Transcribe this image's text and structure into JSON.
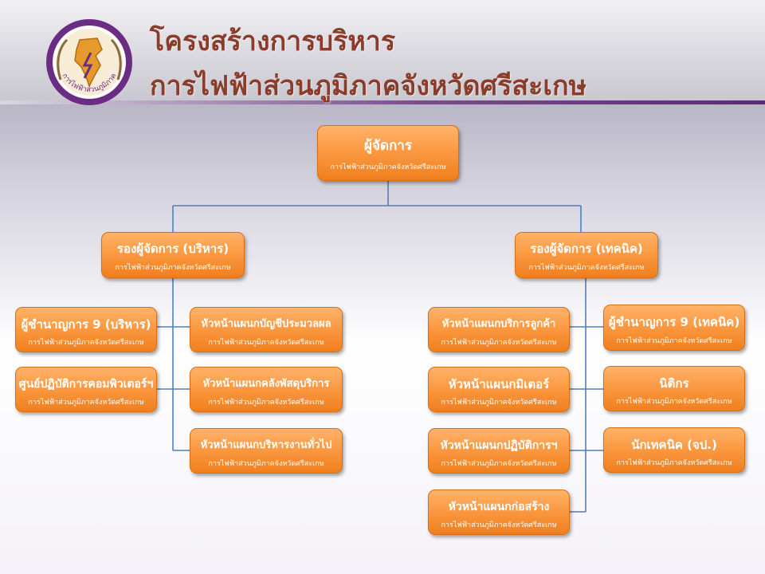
{
  "header": {
    "title_line1": "โครงสร้างการบริหาร",
    "title_line2": "การไฟฟ้าส่วนภูมิภาคจังหวัดศรีสะเกษ",
    "logo_text": "การไฟฟ้าส่วนภูมิภาค"
  },
  "colors": {
    "box": "#f7902e",
    "connector": "#4f7fbf",
    "title": "#8b3d2c",
    "rule": "#5c2a78"
  },
  "chart": {
    "manager": {
      "title": "ผู้จัดการ",
      "sub": "การไฟฟ้าส่วนภูมิภาคจังหวัดศรีสะเกษ"
    },
    "deputy_admin": {
      "title": "รองผู้จัดการ (บริหาร)",
      "sub": "การไฟฟ้าส่วนภูมิภาคจังหวัดศรีสะเกษ"
    },
    "deputy_tech": {
      "title": "รองผู้จัดการ (เทคนิค)",
      "sub": "การไฟฟ้าส่วนภูมิภาคจังหวัดศรีสะเกษ"
    },
    "expert_admin": {
      "title": "ผู้ชำนาญการ 9 (บริหาร)",
      "sub": "การไฟฟ้าส่วนภูมิภาคจังหวัดศรีสะเกษ"
    },
    "computer_center": {
      "title": "ศูนย์ปฏิบัติการคอมพิวเตอร์ฯ",
      "sub": "การไฟฟ้าส่วนภูมิภาคจังหวัดศรีสะเกษ"
    },
    "accounting": {
      "title": "หัวหน้าแผนกบัญชีประมวลผล",
      "sub": "การไฟฟ้าส่วนภูมิภาคจังหวัดศรีสะเกษ"
    },
    "warehouse": {
      "title": "หัวหน้าแผนกคลังพัสดุบริการ",
      "sub": "การไฟฟ้าส่วนภูมิภาคจังหวัดศรีสะเกษ"
    },
    "general_admin": {
      "title": "หัวหน้าแผนกบริหารงานทั่วไป",
      "sub": "การไฟฟ้าส่วนภูมิภาคจังหวัดศรีสะเกษ"
    },
    "customer_service": {
      "title": "หัวหน้าแผนกบริการลูกค้า",
      "sub": "การไฟฟ้าส่วนภูมิภาคจังหวัดศรีสะเกษ"
    },
    "meter": {
      "title": "หัวหน้าแผนกมิเตอร์",
      "sub": "การไฟฟ้าส่วนภูมิภาคจังหวัดศรีสะเกษ"
    },
    "operations": {
      "title": "หัวหน้าแผนกปฏิบัติการฯ",
      "sub": "การไฟฟ้าส่วนภูมิภาคจังหวัดศรีสะเกษ"
    },
    "construction": {
      "title": "หัวหน้าแผนกก่อสร้าง",
      "sub": "การไฟฟ้าส่วนภูมิภาคจังหวัดศรีสะเกษ"
    },
    "expert_tech": {
      "title": "ผู้ชำนาญการ 9 (เทคนิค)",
      "sub": "การไฟฟ้าส่วนภูมิภาคจังหวัดศรีสะเกษ"
    },
    "legal": {
      "title": "นิติกร",
      "sub": "การไฟฟ้าส่วนภูมิภาคจังหวัดศรีสะเกษ"
    },
    "technician": {
      "title": "นักเทคนิค (จป.)",
      "sub": "การไฟฟ้าส่วนภูมิภาคจังหวัดศรีสะเกษ"
    }
  }
}
